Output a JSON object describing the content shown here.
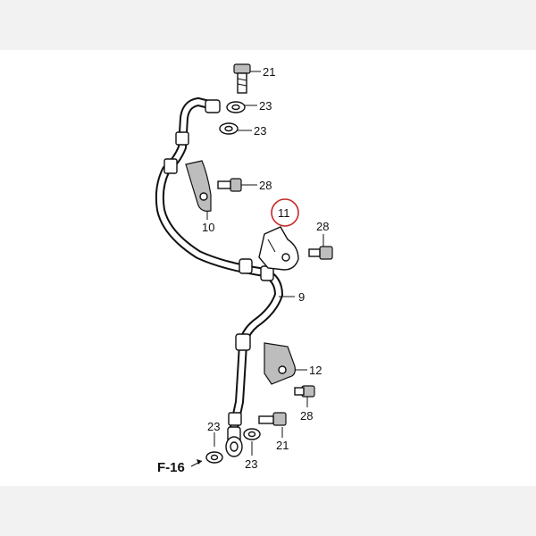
{
  "callouts": {
    "c21_top": "21",
    "c23_a": "23",
    "c23_b": "23",
    "c28_left": "28",
    "c10": "10",
    "c11": "11",
    "c28_right": "28",
    "c9": "9",
    "c12": "12",
    "c28_bottom": "28",
    "c23_bl": "23",
    "c21_bottom": "21",
    "c23_bottom": "23"
  },
  "reference": "F-16",
  "highlight": {
    "callout": "11",
    "color": "#c62828"
  }
}
